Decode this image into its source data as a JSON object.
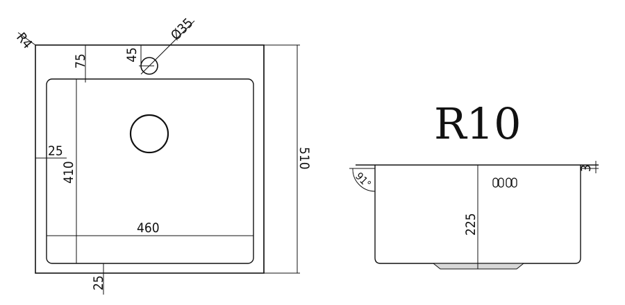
{
  "top_view": {
    "corner_radius": "R4",
    "tap_hole_diameter": "Ø35",
    "tap_hole_offset": "45",
    "bowl_top_offset": "75",
    "bowl_side_offset": "25",
    "bowl_depth_length": "410",
    "bowl_width": "460",
    "bowl_bottom_offset": "25",
    "overall_length": "510"
  },
  "side_view": {
    "bowl_radius": "R10",
    "wall_angle": "91°",
    "rim_thickness": "3",
    "bowl_depth": "225"
  }
}
